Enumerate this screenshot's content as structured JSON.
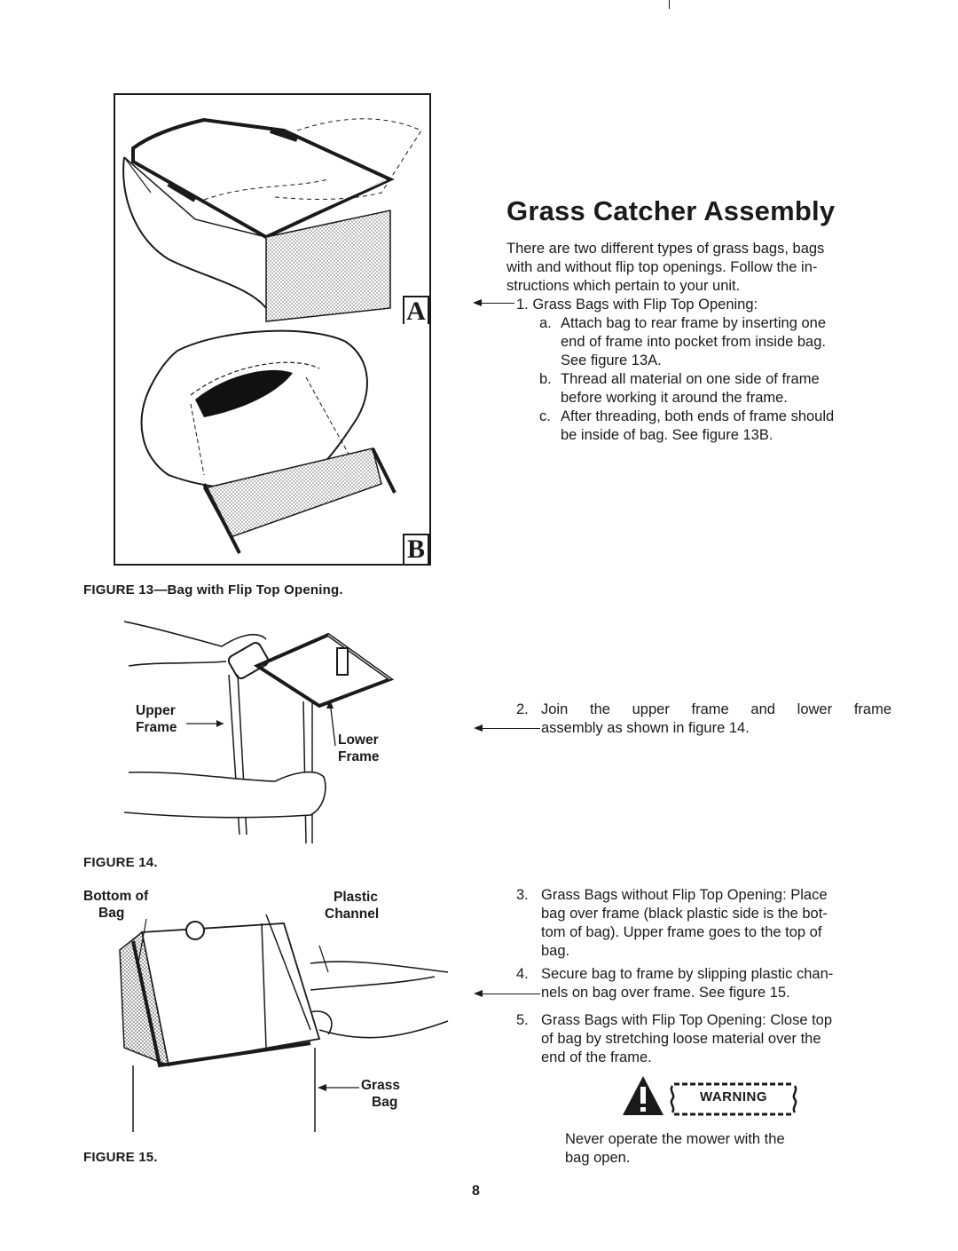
{
  "heading": "Grass Catcher Assembly",
  "intro": {
    "line1": "There are two different types of grass bags, bags",
    "line2": "with and without flip top openings. Follow the in-",
    "line3": "structions which pertain to your unit."
  },
  "step1": {
    "num": "1.",
    "title": "Grass Bags with Flip Top Opening:",
    "a": {
      "letter": "a.",
      "lines": [
        "Attach bag to rear frame by inserting one",
        "end of frame into pocket from inside bag.",
        "See figure 13A."
      ]
    },
    "b": {
      "letter": "b.",
      "lines": [
        "Thread all material on one side of frame",
        "before working it around the frame."
      ]
    },
    "c": {
      "letter": "c.",
      "lines": [
        "After threading, both ends of frame should",
        "be inside of bag. See figure 13B."
      ]
    }
  },
  "step2": {
    "num": "2.",
    "lines": [
      "Join the upper frame and lower frame",
      "assembly as shown in figure 14."
    ]
  },
  "step3": {
    "num": "3.",
    "lines": [
      "Grass Bags without Flip Top Opening: Place",
      "bag over frame (black plastic side is the bot-",
      "tom of bag). Upper frame goes to the top of",
      "bag."
    ]
  },
  "step4": {
    "num": "4.",
    "lines": [
      "Secure bag to frame by slipping plastic chan-",
      "nels on bag over frame. See figure 15."
    ]
  },
  "step5": {
    "num": "5.",
    "lines": [
      "Grass Bags with Flip Top Opening: Close top",
      "of bag by stretching loose material over the",
      "end of the frame."
    ]
  },
  "warning": {
    "label": "WARNING",
    "lines": [
      "Never operate the mower with the",
      "bag open."
    ]
  },
  "figures": {
    "fig13": {
      "caption": "FIGURE 13—Bag with Flip Top Opening.",
      "panel_a": "A",
      "panel_b": "B"
    },
    "fig14": {
      "caption": "FIGURE 14.",
      "label_upper": [
        "Upper",
        "Frame"
      ],
      "label_lower": [
        "Lower",
        "Frame"
      ]
    },
    "fig15": {
      "caption": "FIGURE 15.",
      "label_bottom": [
        "Bottom of",
        "Bag"
      ],
      "label_plastic": [
        "Plastic",
        "Channel"
      ],
      "label_grass": [
        "Grass",
        "Bag"
      ]
    }
  },
  "page_number": "8",
  "colors": {
    "ink": "#1a1a1a",
    "paper": "#ffffff"
  }
}
